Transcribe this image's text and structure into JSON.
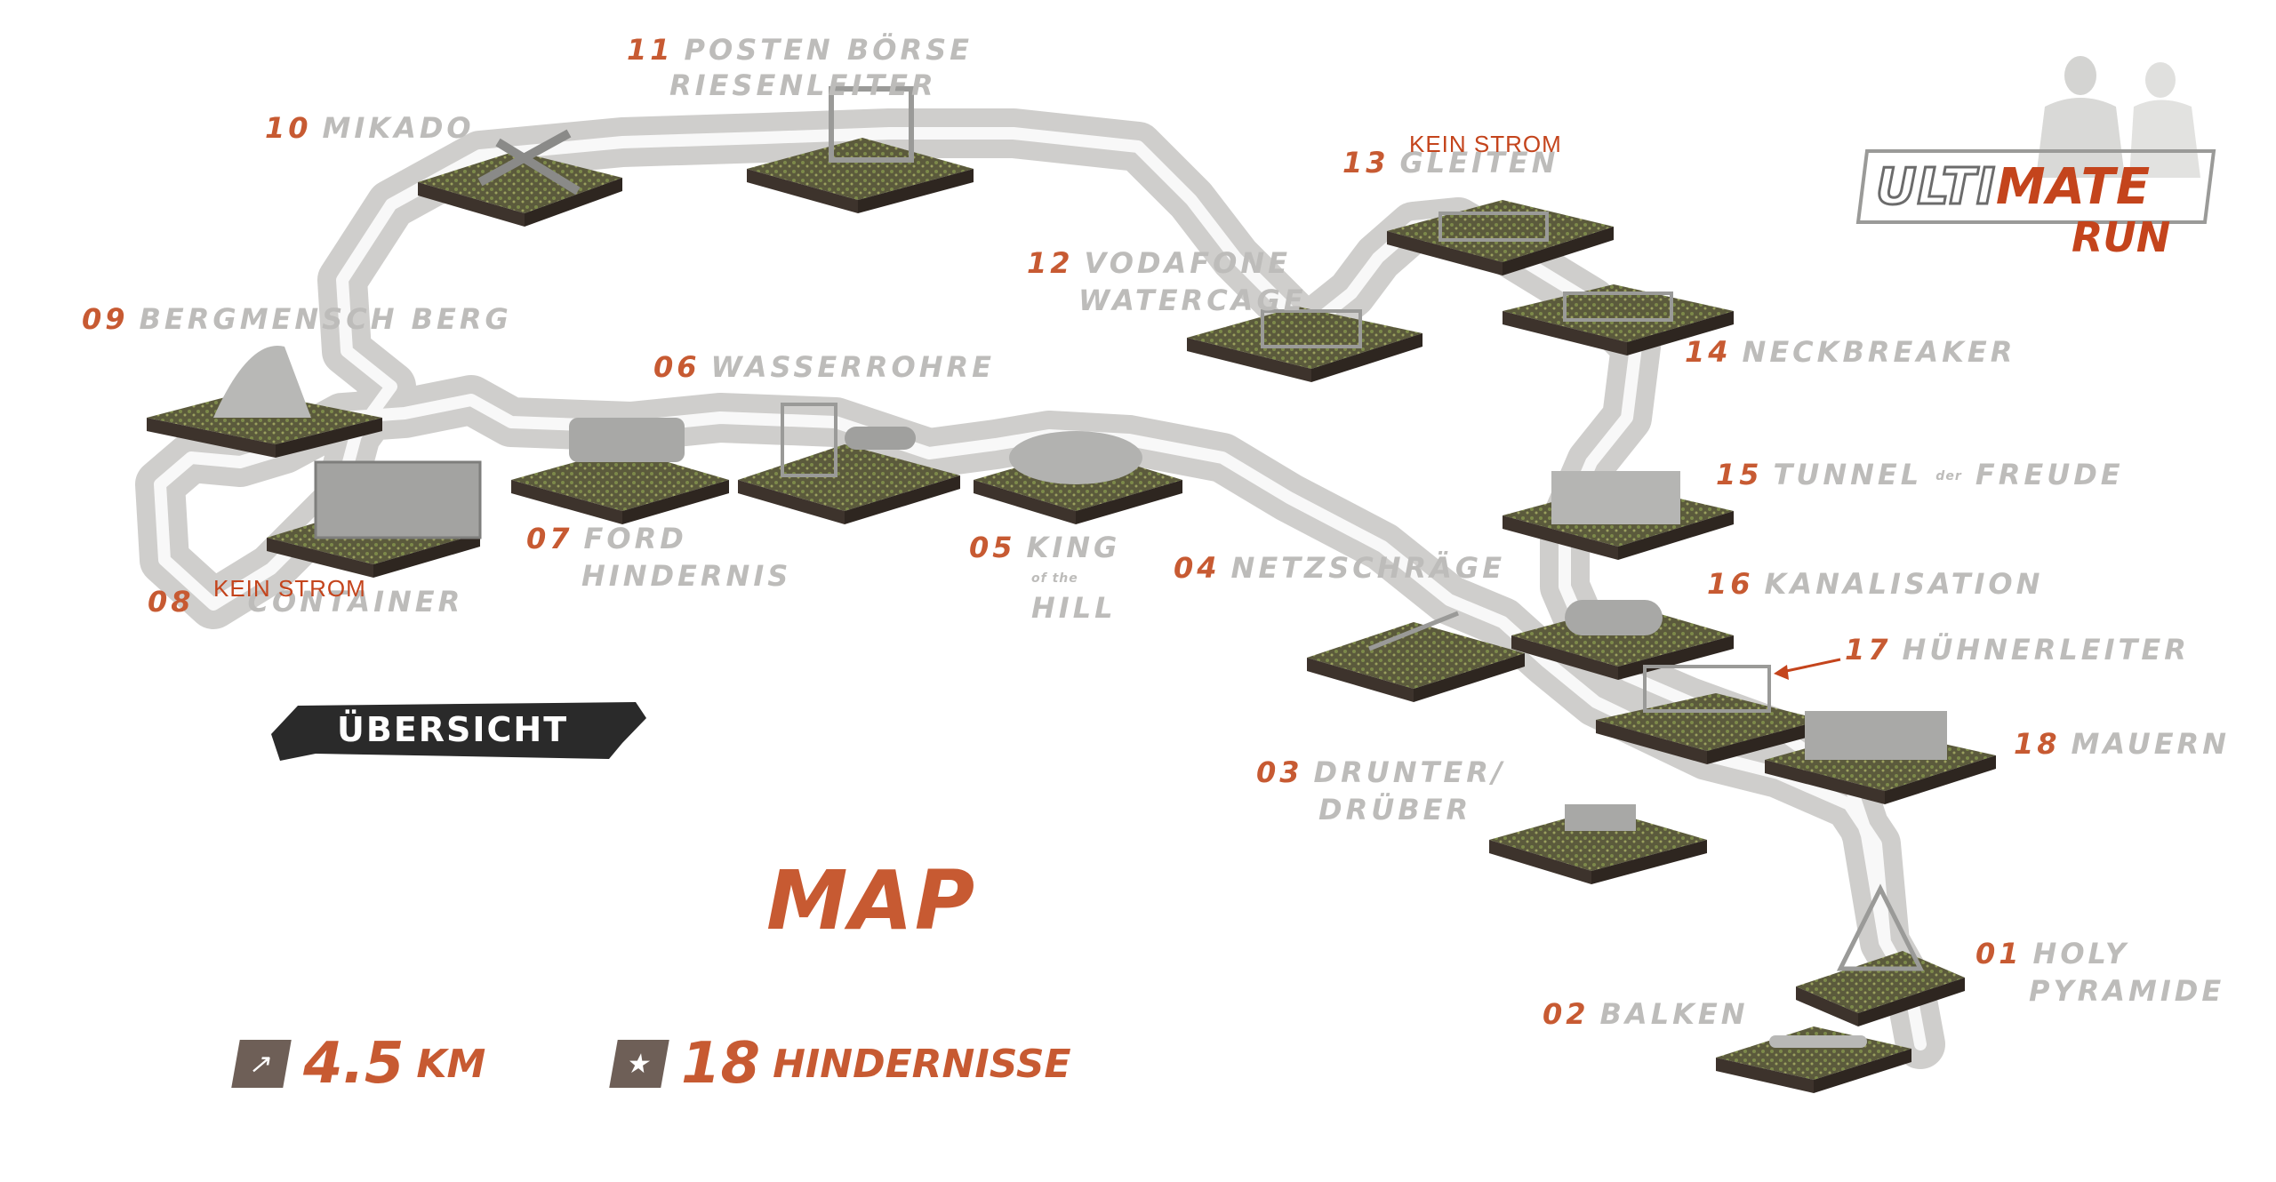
{
  "title": "MAP",
  "stats": {
    "distance_value": "4.5",
    "distance_unit": "KM",
    "obstacles_value": "18",
    "obstacles_unit": "HINDERNISSE",
    "distance_icon": "diagonal-arrow-icon",
    "obstacles_icon": "star-icon"
  },
  "overview_label": "ÜBERSICHT",
  "logo": {
    "part1": "ULTI",
    "part2": "MATE",
    "part3": "RUN"
  },
  "notes": {
    "kein_strom_13": "KEIN STROM",
    "kein_strom_08": "KEIN STROM"
  },
  "colors": {
    "accent": "#c75a32",
    "path": "#d1d0ce",
    "label": "#bdbcba"
  },
  "stations": [
    {
      "num": "01",
      "line1": "HOLY",
      "line2": "PYRAMIDE"
    },
    {
      "num": "02",
      "line1": "BALKEN"
    },
    {
      "num": "03",
      "line1": "DRUNTER/",
      "line2": "DRÜBER"
    },
    {
      "num": "04",
      "line1": "NETZSCHRÄGE"
    },
    {
      "num": "05",
      "line1": "KING",
      "small": "of the",
      "line2": "HILL"
    },
    {
      "num": "06",
      "line1": "WASSERROHRE"
    },
    {
      "num": "07",
      "line1": "FORD",
      "line2": "HINDERNIS"
    },
    {
      "num": "08",
      "line1": "CONTAINER"
    },
    {
      "num": "09",
      "line1": "BERGMENSCH BERG"
    },
    {
      "num": "10",
      "line1": "MIKADO"
    },
    {
      "num": "11",
      "line1": "POSTEN BÖRSE",
      "line2": "RIESENLEITER"
    },
    {
      "num": "12",
      "line1": "VODAFONE",
      "line2": "WATERCAGE"
    },
    {
      "num": "13",
      "line1": "GLEITEN"
    },
    {
      "num": "14",
      "line1": "NECKBREAKER"
    },
    {
      "num": "15",
      "line1": "TUNNEL",
      "small": "der",
      "line2": "FREUDE"
    },
    {
      "num": "16",
      "line1": "KANALISATION"
    },
    {
      "num": "17",
      "line1": "HÜHNERLEITER"
    },
    {
      "num": "18",
      "line1": "MAUERN"
    }
  ]
}
